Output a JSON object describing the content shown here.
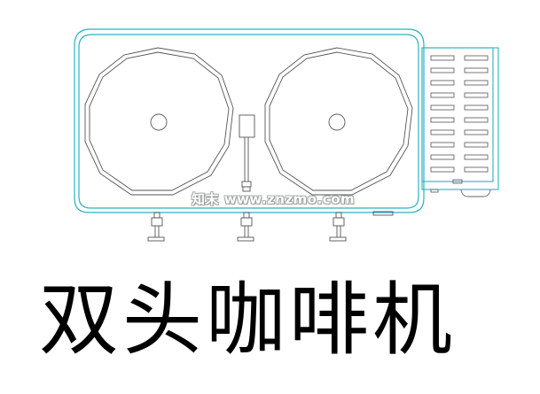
{
  "diagram": {
    "type": "cad-elevation",
    "subject": "double-head coffee machine",
    "line_colors": {
      "outline": "#2ab0c0",
      "detail": "#555555",
      "background": "#ffffff"
    },
    "components": {
      "housing": "rounded rectangular body with double cyan outline",
      "drums": [
        "left dodecagonal drum with center hub",
        "right dodecagonal drum with center hub"
      ],
      "center_handle": "rectangular handle with vertical rod",
      "feet_count": 3,
      "side_panel": {
        "vent_rows": 10,
        "vent_columns": 2
      }
    }
  },
  "watermark": {
    "text": "知末 www.znzmo.com"
  },
  "caption": {
    "text": "双头咖啡机"
  }
}
